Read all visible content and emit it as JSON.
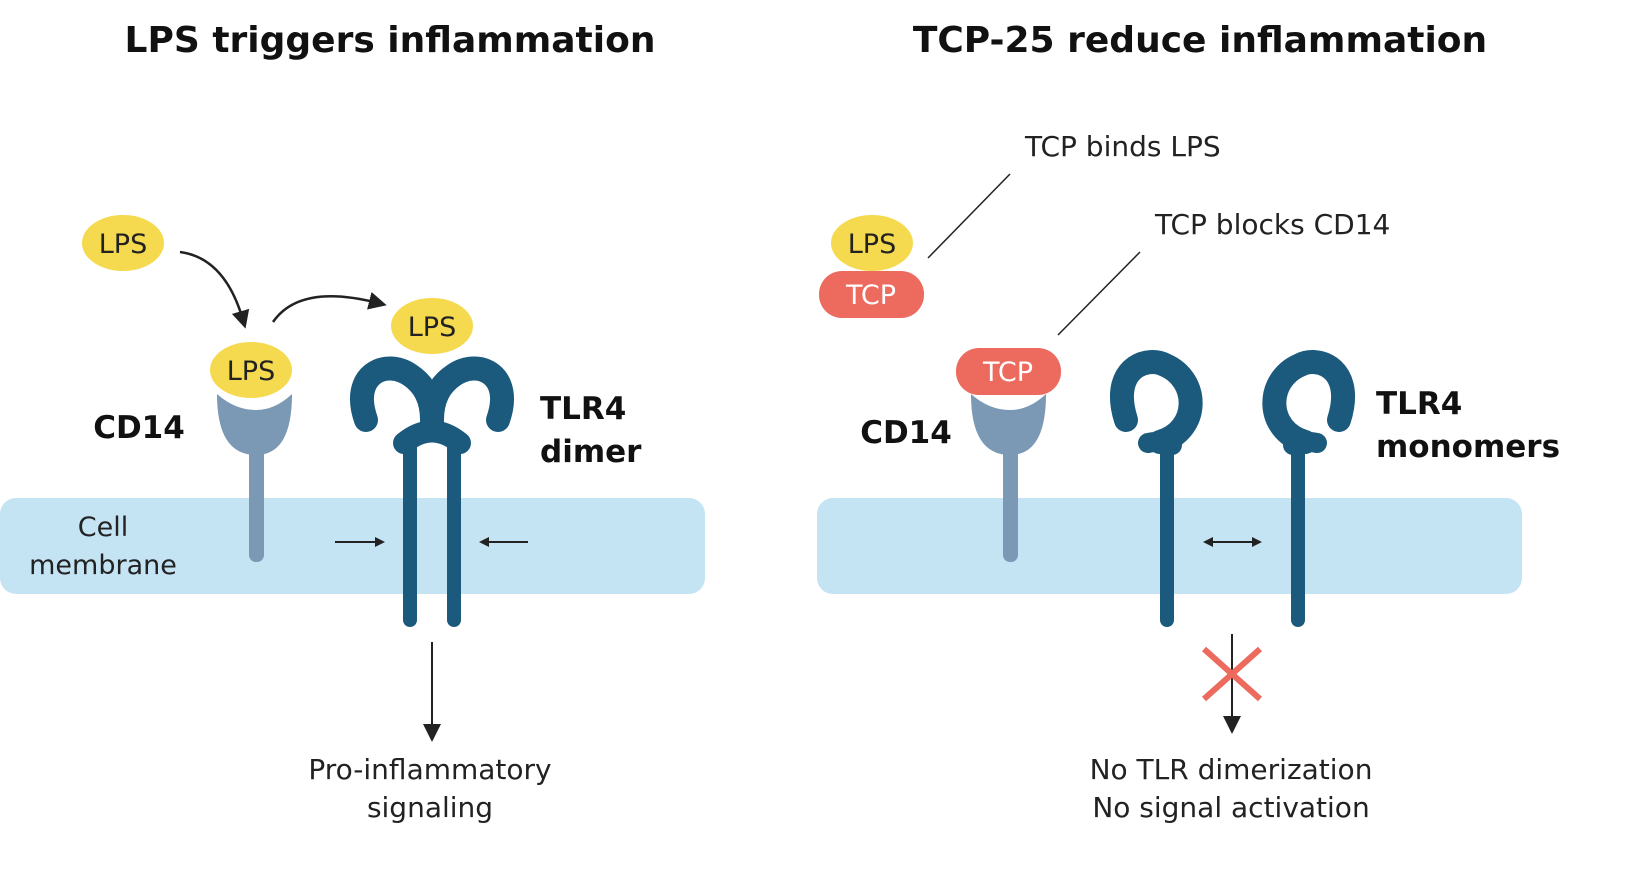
{
  "left_panel": {
    "title": "LPS triggers inflammation",
    "lps_free": "LPS",
    "lps_on_cd14": "LPS",
    "lps_on_tlr4": "LPS",
    "cd14_label": "CD14",
    "tlr4_label_line1": "TLR4",
    "tlr4_label_line2": "dimer",
    "membrane_line1": "Cell",
    "membrane_line2": "membrane",
    "outcome_line1": "Pro-inflammatory",
    "outcome_line2": "signaling"
  },
  "right_panel": {
    "title": "TCP-25 reduce inflammation",
    "lps_bound": "LPS",
    "tcp_bound_lps": "TCP",
    "tcp_on_cd14": "TCP",
    "callout_binds": "TCP binds LPS",
    "callout_blocks": "TCP blocks CD14",
    "cd14_label": "CD14",
    "tlr4_label_line1": "TLR4",
    "tlr4_label_line2": "monomers",
    "outcome_line1": "No TLR dimerization",
    "outcome_line2": "No signal activation"
  },
  "colors": {
    "lps_yellow": "#f5d94e",
    "tcp_red": "#ec6a5e",
    "tlr4_blue": "#1c5a7d",
    "cd14_gray_blue": "#7b98b4",
    "membrane_blue": "#c4e4f4",
    "block_cross": "#ec6a5e"
  }
}
